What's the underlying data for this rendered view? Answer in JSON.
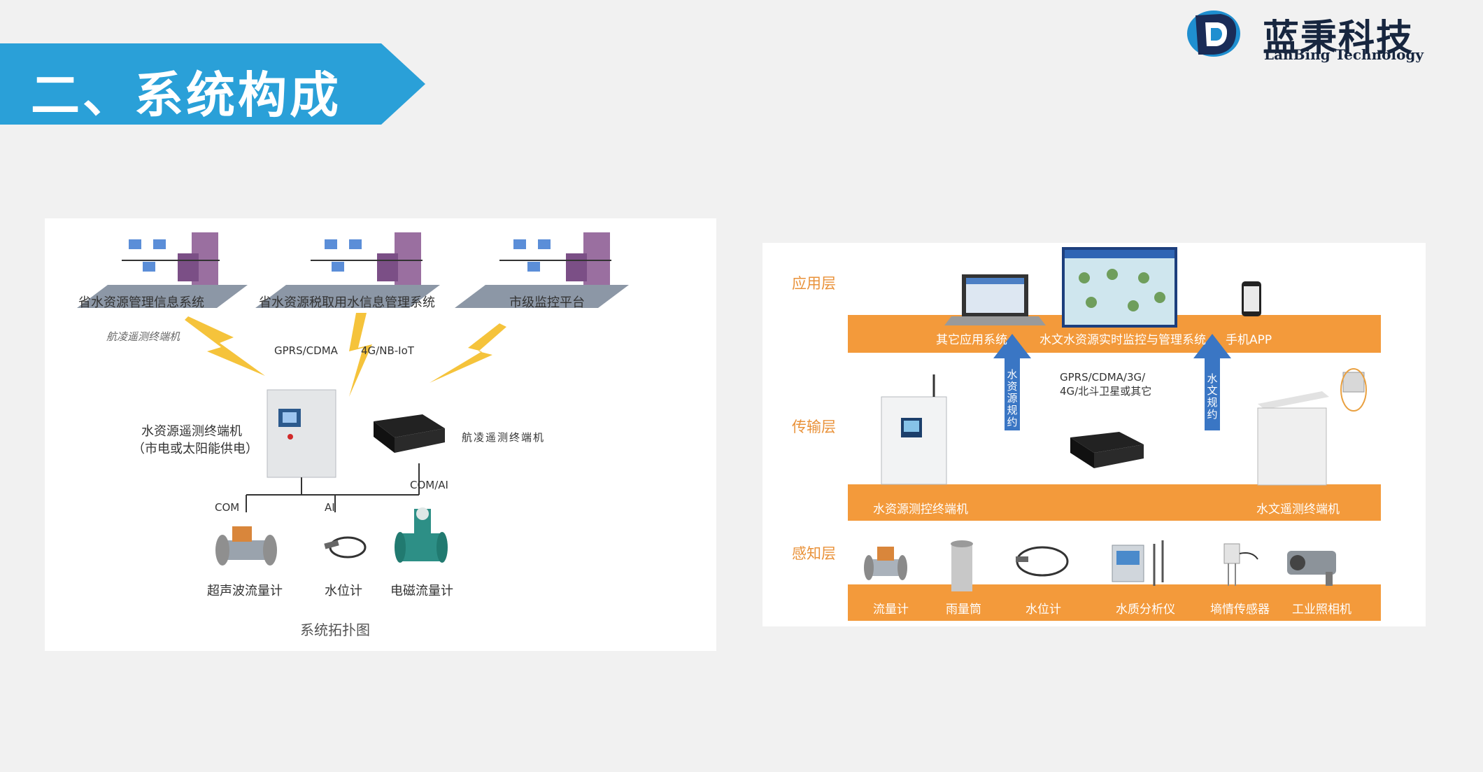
{
  "header": {
    "title": "二、系统构成"
  },
  "logo": {
    "name_cn": "蓝秉科技",
    "name_en": "LanBing Technology"
  },
  "topology": {
    "caption": "系统拓扑图",
    "platforms": [
      {
        "label": "省水资源管理信息系统"
      },
      {
        "label": "省水资源税取用水信息管理系统"
      },
      {
        "label": "市级监控平台"
      }
    ],
    "side_note": "航凌遥测终端机",
    "link_label_1": "GPRS/CDMA",
    "link_label_2": "4G/NB-IoT",
    "terminal_line1": "水资源遥测终端机",
    "terminal_line2": "（市电或太阳能供电）",
    "device_label": "航凌遥测终端机",
    "com_ai_label": "COM/AI",
    "com_label": "COM",
    "ai_label": "AI",
    "sensors": [
      {
        "label": "超声波流量计"
      },
      {
        "label": "水位计"
      },
      {
        "label": "电磁流量计"
      }
    ]
  },
  "layers": {
    "application": {
      "name": "应用层",
      "items": [
        "其它应用系统",
        "水文水资源实时监控与管理系统",
        "手机APP"
      ]
    },
    "transmission": {
      "name": "传输层",
      "network_line1": "GPRS/CDMA/3G/",
      "network_line2": "4G/北斗卫星或其它",
      "arrow_left": "水资源规约",
      "arrow_right": "水文规约",
      "items": [
        "水资源测控终端机",
        "水文遥测终端机"
      ]
    },
    "perception": {
      "name": "感知层",
      "items": [
        "流量计",
        "雨量筒",
        "水位计",
        "水质分析仪",
        "墒情传感器",
        "工业照相机"
      ]
    }
  },
  "colors": {
    "banner": "#2aa0d8",
    "orange": "#f39a3b",
    "logo": "#17263f"
  }
}
